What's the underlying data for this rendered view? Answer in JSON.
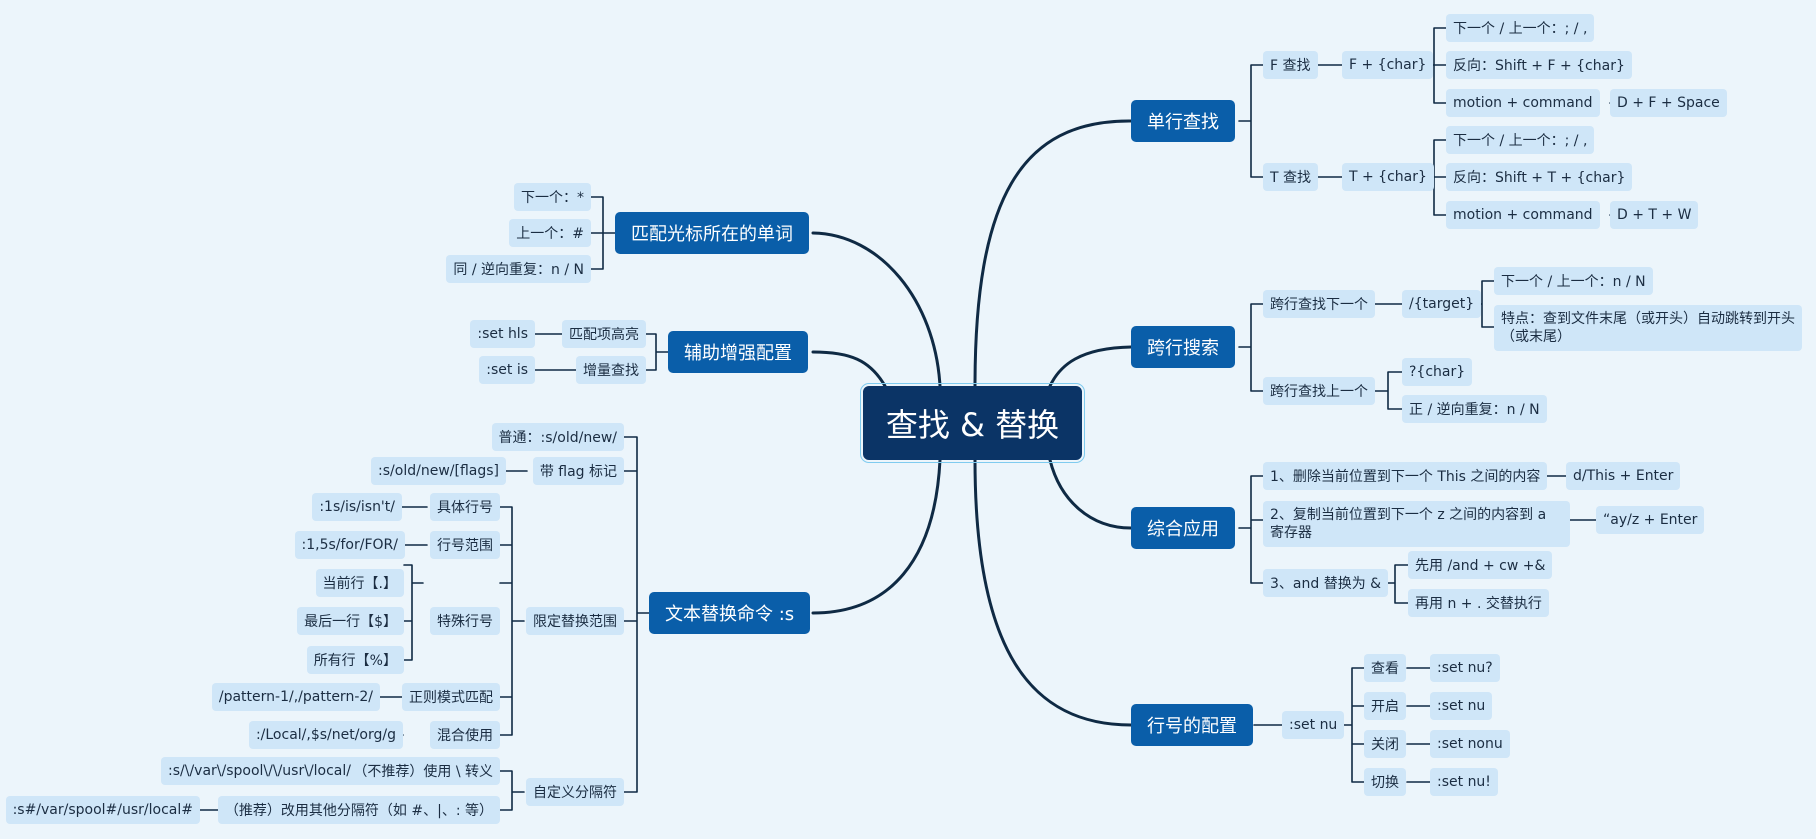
{
  "root": "查找 & 替换",
  "right": {
    "single_line": {
      "label": "单行查找",
      "f": {
        "label": "F 查找",
        "char": "F + {char}",
        "next_prev": "下一个 / 上一个：; / ,",
        "reverse": "反向：Shift + F + {char}",
        "motion": "motion + command",
        "example": "D + F + Space"
      },
      "t": {
        "label": "T 查找",
        "char": "T + {char}",
        "next_prev": "下一个 / 上一个：; / ,",
        "reverse": "反向：Shift + T + {char}",
        "motion": "motion + command",
        "example": "D + T + W"
      }
    },
    "cross_line": {
      "label": "跨行搜索",
      "next": {
        "label": "跨行查找下一个",
        "target": "/{target}",
        "next_prev": "下一个 / 上一个：n / N",
        "feature": "特点：查到文件末尾（或开头）自动跳转到开头（或末尾）"
      },
      "prev": {
        "label": "跨行查找上一个",
        "char": "?{char}",
        "repeat": "正 / 逆向重复：n / N"
      }
    },
    "combined": {
      "label": "综合应用",
      "item1": "1、删除当前位置到下一个 This 之间的内容",
      "item1_cmd": "d/This + Enter",
      "item2": "2、复制当前位置到下一个 z 之间的内容到 a 寄存器",
      "item2_cmd": "“ay/z + Enter",
      "item3": "3、and 替换为 &",
      "item3_a": "先用 /and + cw +&",
      "item3_b": "再用 n + . 交替执行"
    },
    "line_numbers": {
      "label": "行号的配置",
      "setnu": ":set nu",
      "view": "查看",
      "view_cmd": ":set nu?",
      "on": "开启",
      "on_cmd": ":set nu",
      "off": "关闭",
      "off_cmd": ":set nonu",
      "toggle": "切换",
      "toggle_cmd": ":set nu!"
    }
  },
  "left": {
    "match_word": {
      "label": "匹配光标所在的单词",
      "next": "下一个：*",
      "prev": "上一个：#",
      "repeat": "同 / 逆向重复：n / N"
    },
    "aux": {
      "label": "辅助增强配置",
      "highlight": "匹配项高亮",
      "highlight_cmd": ":set hls",
      "incremental": "增量查找",
      "incremental_cmd": ":set is"
    },
    "substitute": {
      "label": "文本替换命令 :s",
      "normal": "普通：:s/old/new/",
      "flag": "带 flag 标记",
      "flag_cmd": ":s/old/new/[flags]",
      "range": {
        "label": "限定替换范围",
        "specific": "具体行号",
        "specific_cmd": ":1s/is/isn't/",
        "lines": "行号范围",
        "lines_cmd": ":1,5s/for/FOR/",
        "special": "特殊行号",
        "current": "当前行【.】",
        "last": "最后一行【$】",
        "all": "所有行【%】",
        "regex": "正则模式匹配",
        "regex_cmd": "/pattern-1/,/pattern-2/",
        "mixed": "混合使用",
        "mixed_cmd": ":/Local/,$s/net/org/g"
      },
      "delimiter": {
        "label": "自定义分隔符",
        "escape": "（不推荐）使用 \\ 转义",
        "escape_cmd": ":s/\\/var\\/spool\\/\\/usr\\/local/",
        "other": "（推荐）改用其他分隔符（如 #、|、: 等）",
        "other_cmd": ":s#/var/spool#/usr/local#"
      }
    }
  },
  "colors": {
    "background": "#ecf5fb",
    "root": "#0b3466",
    "main_topic": "#0a5ea9",
    "subtopic": "#cfe6f8",
    "line": "#0f2a44"
  }
}
